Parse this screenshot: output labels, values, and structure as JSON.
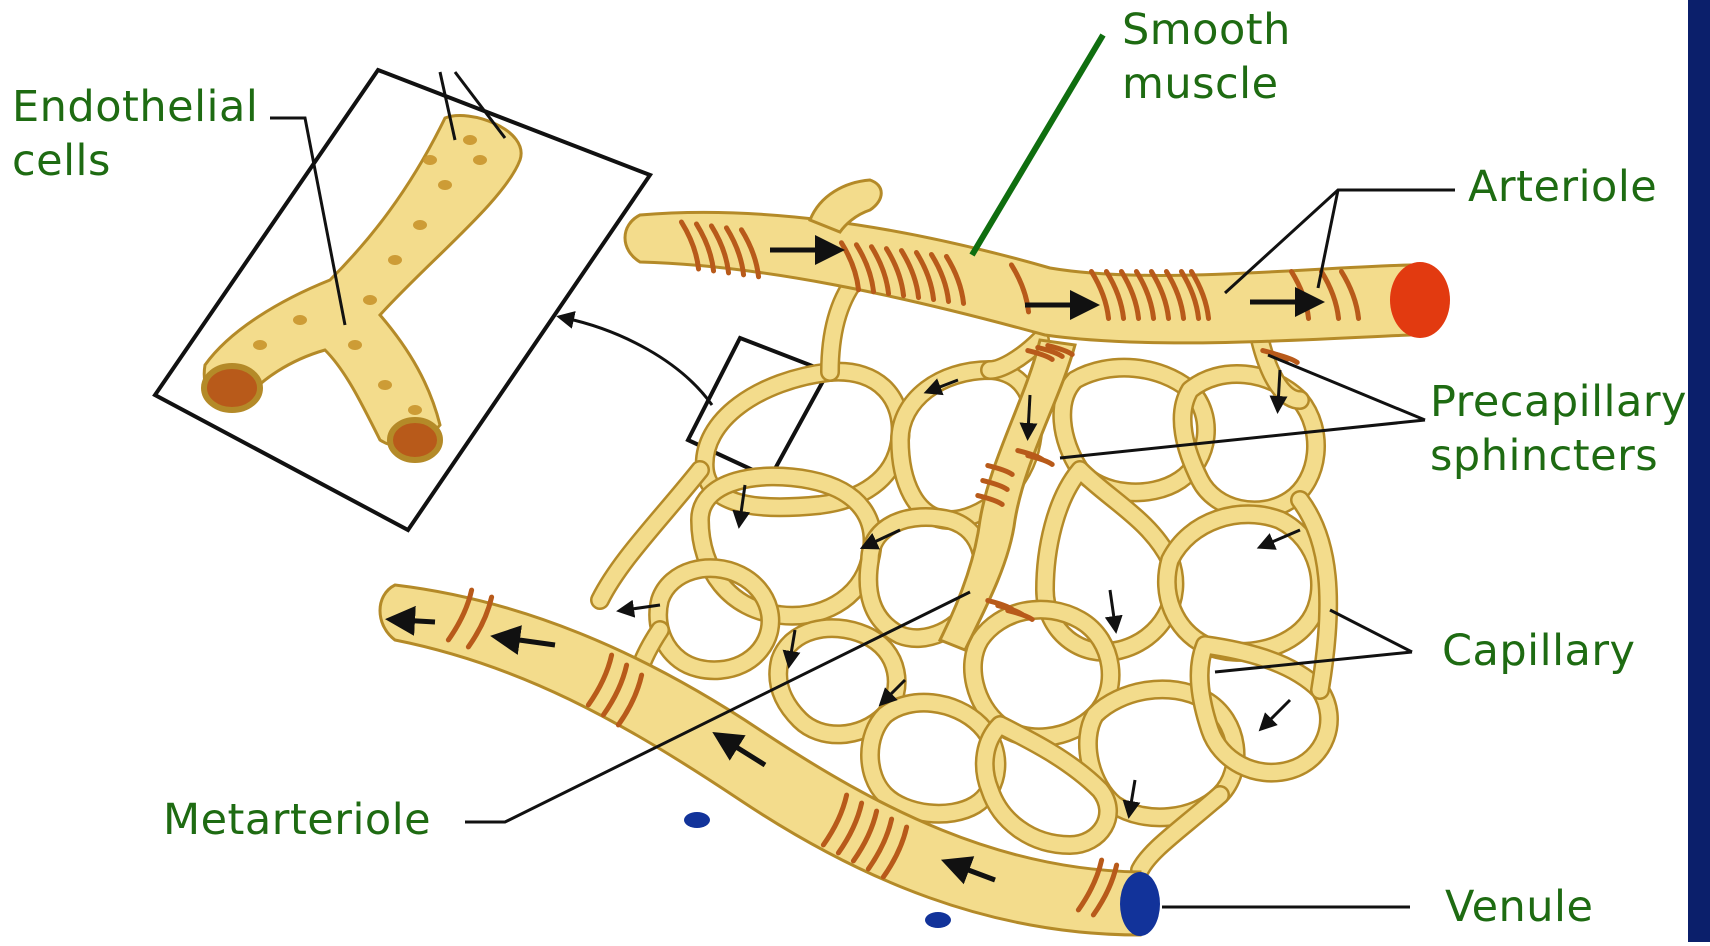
{
  "colors": {
    "label_text": "#1e6b12",
    "leader_line": "#111111",
    "smooth_muscle_pointer": "#0f6e0f",
    "vessel_fill": "#f3dc8c",
    "vessel_edge": "#b48a28",
    "smooth_muscle_band": "#b85a1a",
    "arteriole_lumen": "#e23a10",
    "venule_lumen": "#12339a",
    "side_band": "#0b1f6b",
    "flow_arrow": "#111111"
  },
  "labels": {
    "endothelial": [
      "Endothelial",
      "cells"
    ],
    "smooth_muscle": [
      "Smooth",
      "muscle"
    ],
    "arteriole": "Arteriole",
    "precapillary": [
      "Precapillary",
      "sphincters"
    ],
    "capillary": "Capillary",
    "metarteriole": "Metarteriole",
    "venule": "Venule"
  }
}
